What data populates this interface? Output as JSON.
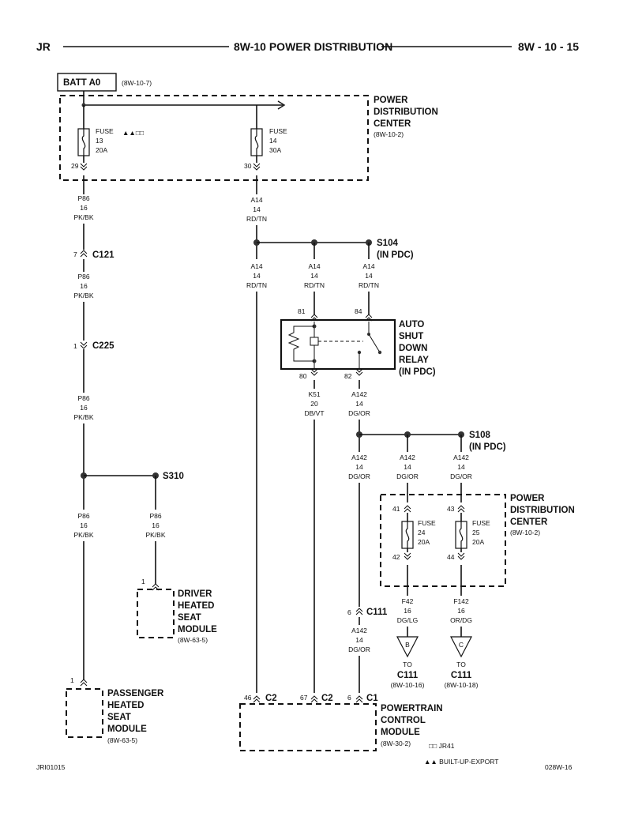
{
  "header": {
    "left": "JR",
    "title": "8W-10 POWER DISTRIBUTION",
    "page": "8W - 10 - 15"
  },
  "batt": {
    "label": "BATT A0",
    "ref": "(8W-10-7)"
  },
  "pdc_top": {
    "label_lines": [
      "POWER",
      "DISTRIBUTION",
      "CENTER"
    ],
    "ref": "(8W-10-2)"
  },
  "fuse13": {
    "lines": [
      "FUSE",
      "13",
      "20A"
    ],
    "marker": "▲▲□□",
    "pin_out": "29"
  },
  "fuse14": {
    "lines": [
      "FUSE",
      "14",
      "30A"
    ],
    "pin_out": "30"
  },
  "wire_p86": [
    "P86",
    "16",
    "PK/BK"
  ],
  "wire_a14": [
    "A14",
    "14",
    "RD/TN"
  ],
  "c121": {
    "pin": "7",
    "label": "C121"
  },
  "c225": {
    "pin": "1",
    "label": "C225"
  },
  "s104": {
    "lines": [
      "S104",
      "(IN PDC)"
    ]
  },
  "relay": {
    "label_lines": [
      "AUTO",
      "SHUT",
      "DOWN",
      "RELAY",
      "(IN PDC)"
    ],
    "pin81": "81",
    "pin84": "84",
    "pin80": "80",
    "pin82": "82"
  },
  "wire_k51": [
    "K51",
    "20",
    "DB/VT"
  ],
  "wire_a142": [
    "A142",
    "14",
    "DG/OR"
  ],
  "s108": {
    "lines": [
      "S108",
      "(IN PDC)"
    ]
  },
  "s310": {
    "label": "S310"
  },
  "pdc_mid": {
    "label_lines": [
      "POWER",
      "DISTRIBUTION",
      "CENTER"
    ],
    "ref": "(8W-10-2)"
  },
  "fuse24": {
    "lines": [
      "FUSE",
      "24",
      "20A"
    ],
    "pin_in": "41",
    "pin_out": "42"
  },
  "fuse25": {
    "lines": [
      "FUSE",
      "25",
      "20A"
    ],
    "pin_in": "43",
    "pin_out": "44"
  },
  "wire_f42": [
    "F42",
    "16",
    "DG/LG"
  ],
  "wire_f142": [
    "F142",
    "16",
    "OR/DG"
  ],
  "c111_inline": {
    "pin": "6",
    "label": "C111"
  },
  "to_b": {
    "letter": "B",
    "to": "TO",
    "conn": "C111",
    "ref": "(8W-10-16)"
  },
  "to_c": {
    "letter": "C",
    "to": "TO",
    "conn": "C111",
    "ref": "(8W-10-18)"
  },
  "driver_seat": {
    "pin": "1",
    "label_lines": [
      "DRIVER",
      "HEATED",
      "SEAT",
      "MODULE"
    ],
    "ref": "(8W-63-5)"
  },
  "pass_seat": {
    "pin": "1",
    "label_lines": [
      "PASSENGER",
      "HEATED",
      "SEAT",
      "MODULE"
    ],
    "ref": "(8W-63-5)"
  },
  "pcm": {
    "label_lines": [
      "POWERTRAIN",
      "CONTROL",
      "MODULE"
    ],
    "ref": "(8W-30-2)",
    "c2a_pin": "46",
    "c2a": "C2",
    "c2b_pin": "67",
    "c2b": "C2",
    "c1_pin": "6",
    "c1": "C1"
  },
  "legend": {
    "jr41": "□□ JR41",
    "export": "▲▲ BUILT-UP-EXPORT"
  },
  "footer": {
    "left": "JRI01015",
    "right": "028W-16"
  }
}
